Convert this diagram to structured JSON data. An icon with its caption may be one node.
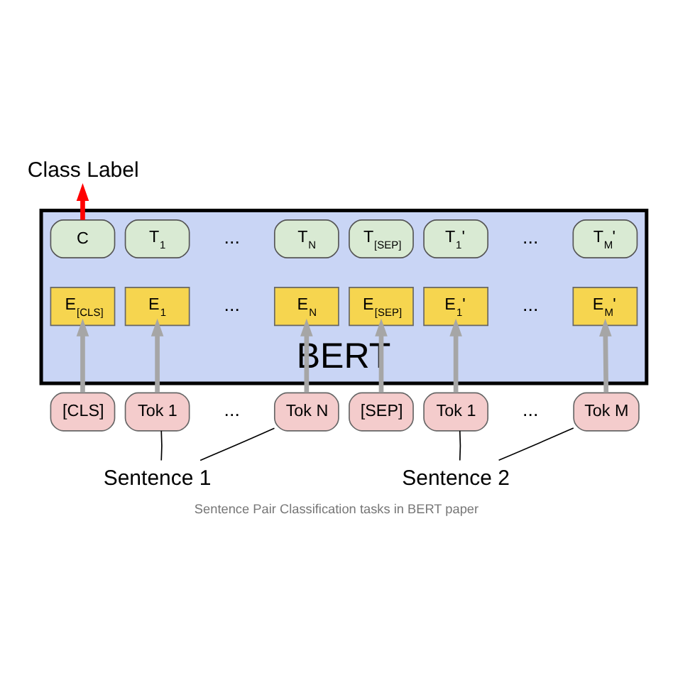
{
  "diagram": {
    "caption": "Sentence Pair Classification tasks in BERT paper",
    "nodes": [
      {
        "text": [
          "Class Label"
        ]
      },
      {
        "text": [
          "BERT"
        ]
      },
      {
        "text": [
          "C"
        ],
        "in": 1
      },
      {
        "text": [
          "T$_{1}$"
        ],
        "in": 1
      },
      {
        "text": [
          "T$_{N}$"
        ],
        "in": 1
      },
      {
        "text": [
          "T$_{[SEP]}$"
        ],
        "in": 1
      },
      {
        "text": [
          "T$_{1}$'"
        ],
        "in": 1
      },
      {
        "text": [
          "T$_{M}$'"
        ],
        "in": 1
      },
      {
        "text": [
          "E$_{[CLS]}$"
        ],
        "in": 1
      },
      {
        "text": [
          "E$_{1}$"
        ],
        "in": 1
      },
      {
        "text": [
          "E$_{N}$"
        ],
        "in": 1
      },
      {
        "text": [
          "E$_{[SEP]}$"
        ],
        "in": 1
      },
      {
        "text": [
          "E$_{1}$'"
        ],
        "in": 1
      },
      {
        "text": [
          "E$_{M}$'"
        ],
        "in": 1
      },
      {
        "text": [
          "[CLS]"
        ]
      },
      {
        "text": [
          "Tok 1"
        ]
      },
      {
        "text": [
          "Tok N"
        ]
      },
      {
        "text": [
          "[SEP]"
        ]
      },
      {
        "text": [
          "Tok 1"
        ]
      },
      {
        "text": [
          "Tok M"
        ]
      },
      {
        "text": [
          "Sentence 1"
        ]
      },
      {
        "text": [
          "Sentence 2"
        ]
      }
    ],
    "edges": [
      {
        "from": 2,
        "to": 0,
        "arrow": "to",
        "color": "#ff0000"
      },
      {
        "from": 14,
        "to": 8,
        "arrow": "to"
      },
      {
        "from": 15,
        "to": 9,
        "arrow": "to"
      },
      {
        "from": 16,
        "to": 10,
        "arrow": "to"
      },
      {
        "from": 17,
        "to": 11,
        "arrow": "to"
      },
      {
        "from": 18,
        "to": 12,
        "arrow": "to"
      },
      {
        "from": 19,
        "to": 13,
        "arrow": "to"
      },
      {
        "from": 15,
        "to": 20,
        "arrow": "none",
        "color": "#000000"
      },
      {
        "from": 16,
        "to": 20,
        "arrow": "none",
        "color": "#000000"
      },
      {
        "from": 18,
        "to": 21,
        "arrow": "none",
        "color": "#000000"
      },
      {
        "from": 19,
        "to": 21,
        "arrow": "none",
        "color": "#000000"
      }
    ],
    "labels": [
      "...",
      "...",
      "...",
      "...",
      "...",
      "..."
    ]
  }
}
